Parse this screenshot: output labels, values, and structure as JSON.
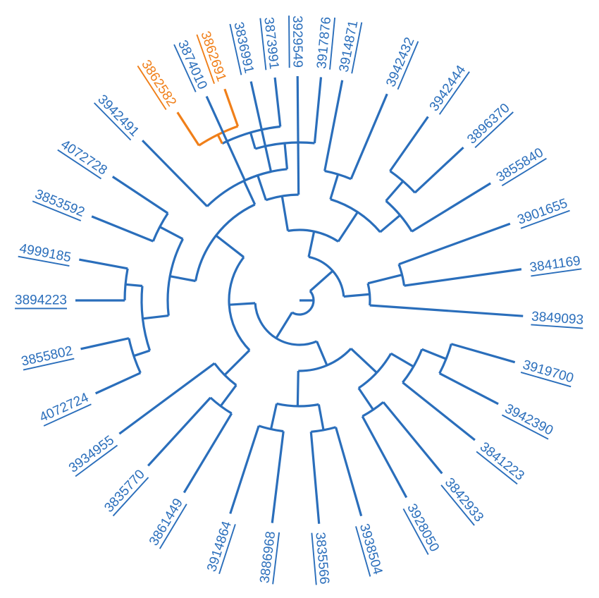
{
  "colors": {
    "default": "#2a6ebb",
    "highlight": "#f07f19"
  },
  "tree": {
    "children": [
      {
        "children": [
          {
            "children": [
              {
                "children": [
                  {
                    "children": [
                      {
                        "children": [
                          {
                            "children": [
                              {
                                "children": [
                                  {
                                    "label": "3862582",
                                    "highlight": true
                                  },
                                  {
                                    "label": "3862691",
                                    "highlight": true
                                  }
                                ],
                                "highlight": true
                              },
                              {
                                "label": "3873991"
                              }
                            ]
                          },
                          {
                            "label": "3917876"
                          }
                        ]
                      },
                      {
                        "label": "3942491"
                      }
                    ]
                  },
                  {
                    "children": [
                      {
                        "children": [
                          {
                            "label": "4072728"
                          },
                          {
                            "label": "3853592"
                          }
                        ]
                      },
                      {
                        "children": [
                          {
                            "children": [
                              {
                                "label": "4999185"
                              },
                              {
                                "label": "3894223"
                              }
                            ]
                          },
                          {
                            "children": [
                              {
                                "label": "3855802"
                              },
                              {
                                "label": "4072724"
                              }
                            ]
                          }
                        ]
                      }
                    ]
                  }
                ]
              },
              {
                "children": [
                  {
                    "label": "3934955"
                  },
                  {
                    "children": [
                      {
                        "label": "3835770"
                      },
                      {
                        "label": "3861449"
                      }
                    ]
                  }
                ]
              }
            ]
          },
          {
            "children": [
              {
                "children": [
                  {
                    "children": [
                      {
                        "label": "3914864"
                      },
                      {
                        "label": "3886968"
                      }
                    ]
                  },
                  {
                    "children": [
                      {
                        "label": "3835566"
                      },
                      {
                        "label": "3938504"
                      }
                    ]
                  }
                ]
              },
              {
                "children": [
                  {
                    "children": [
                      {
                        "label": "3928050"
                      },
                      {
                        "label": "3842933"
                      }
                    ]
                  },
                  {
                    "children": [
                      {
                        "label": "3841223"
                      },
                      {
                        "children": [
                          {
                            "label": "3942390"
                          },
                          {
                            "label": "3919700"
                          }
                        ]
                      }
                    ]
                  }
                ]
              }
            ]
          }
        ]
      },
      {
        "children": [
          {
            "children": [
              {
                "label": "3849093"
              },
              {
                "children": [
                  {
                    "label": "3841169"
                  },
                  {
                    "label": "3901655"
                  }
                ]
              }
            ]
          },
          {
            "children": [
              {
                "children": [
                  {
                    "children": [
                      {
                        "label": "3855840"
                      },
                      {
                        "children": [
                          {
                            "label": "3896370"
                          },
                          {
                            "label": "3942444"
                          }
                        ]
                      }
                    ]
                  },
                  {
                    "children": [
                      {
                        "label": "3942432"
                      },
                      {
                        "label": "3914871"
                      }
                    ]
                  }
                ]
              },
              {
                "children": [
                  {
                    "label": "3929549"
                  },
                  {
                    "children": [
                      {
                        "label": "3836991"
                      },
                      {
                        "label": "3874010"
                      }
                    ]
                  }
                ]
              }
            ]
          }
        ]
      }
    ]
  }
}
